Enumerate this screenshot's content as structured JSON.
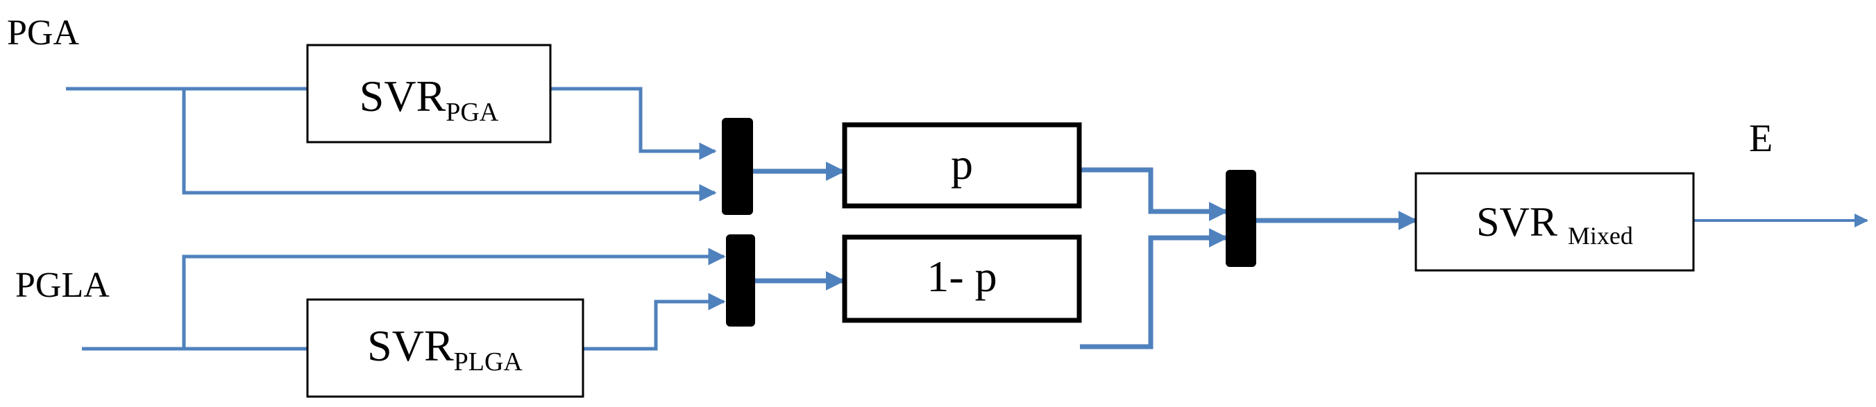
{
  "inputs": {
    "pga": "PGA",
    "pgla": "PGLA"
  },
  "output": "E",
  "blocks": {
    "svr_pga": {
      "base": "SVR",
      "sub": "PGA"
    },
    "svr_plga": {
      "base": "SVR",
      "sub": "PLGA"
    },
    "p": "p",
    "one_minus_p": "1- p",
    "svr_mixed": {
      "base": "SVR ",
      "sub": "Mixed"
    }
  },
  "colors": {
    "wire": "#4f81bd",
    "box_border": "#000000",
    "mux_bar": "#000000"
  }
}
